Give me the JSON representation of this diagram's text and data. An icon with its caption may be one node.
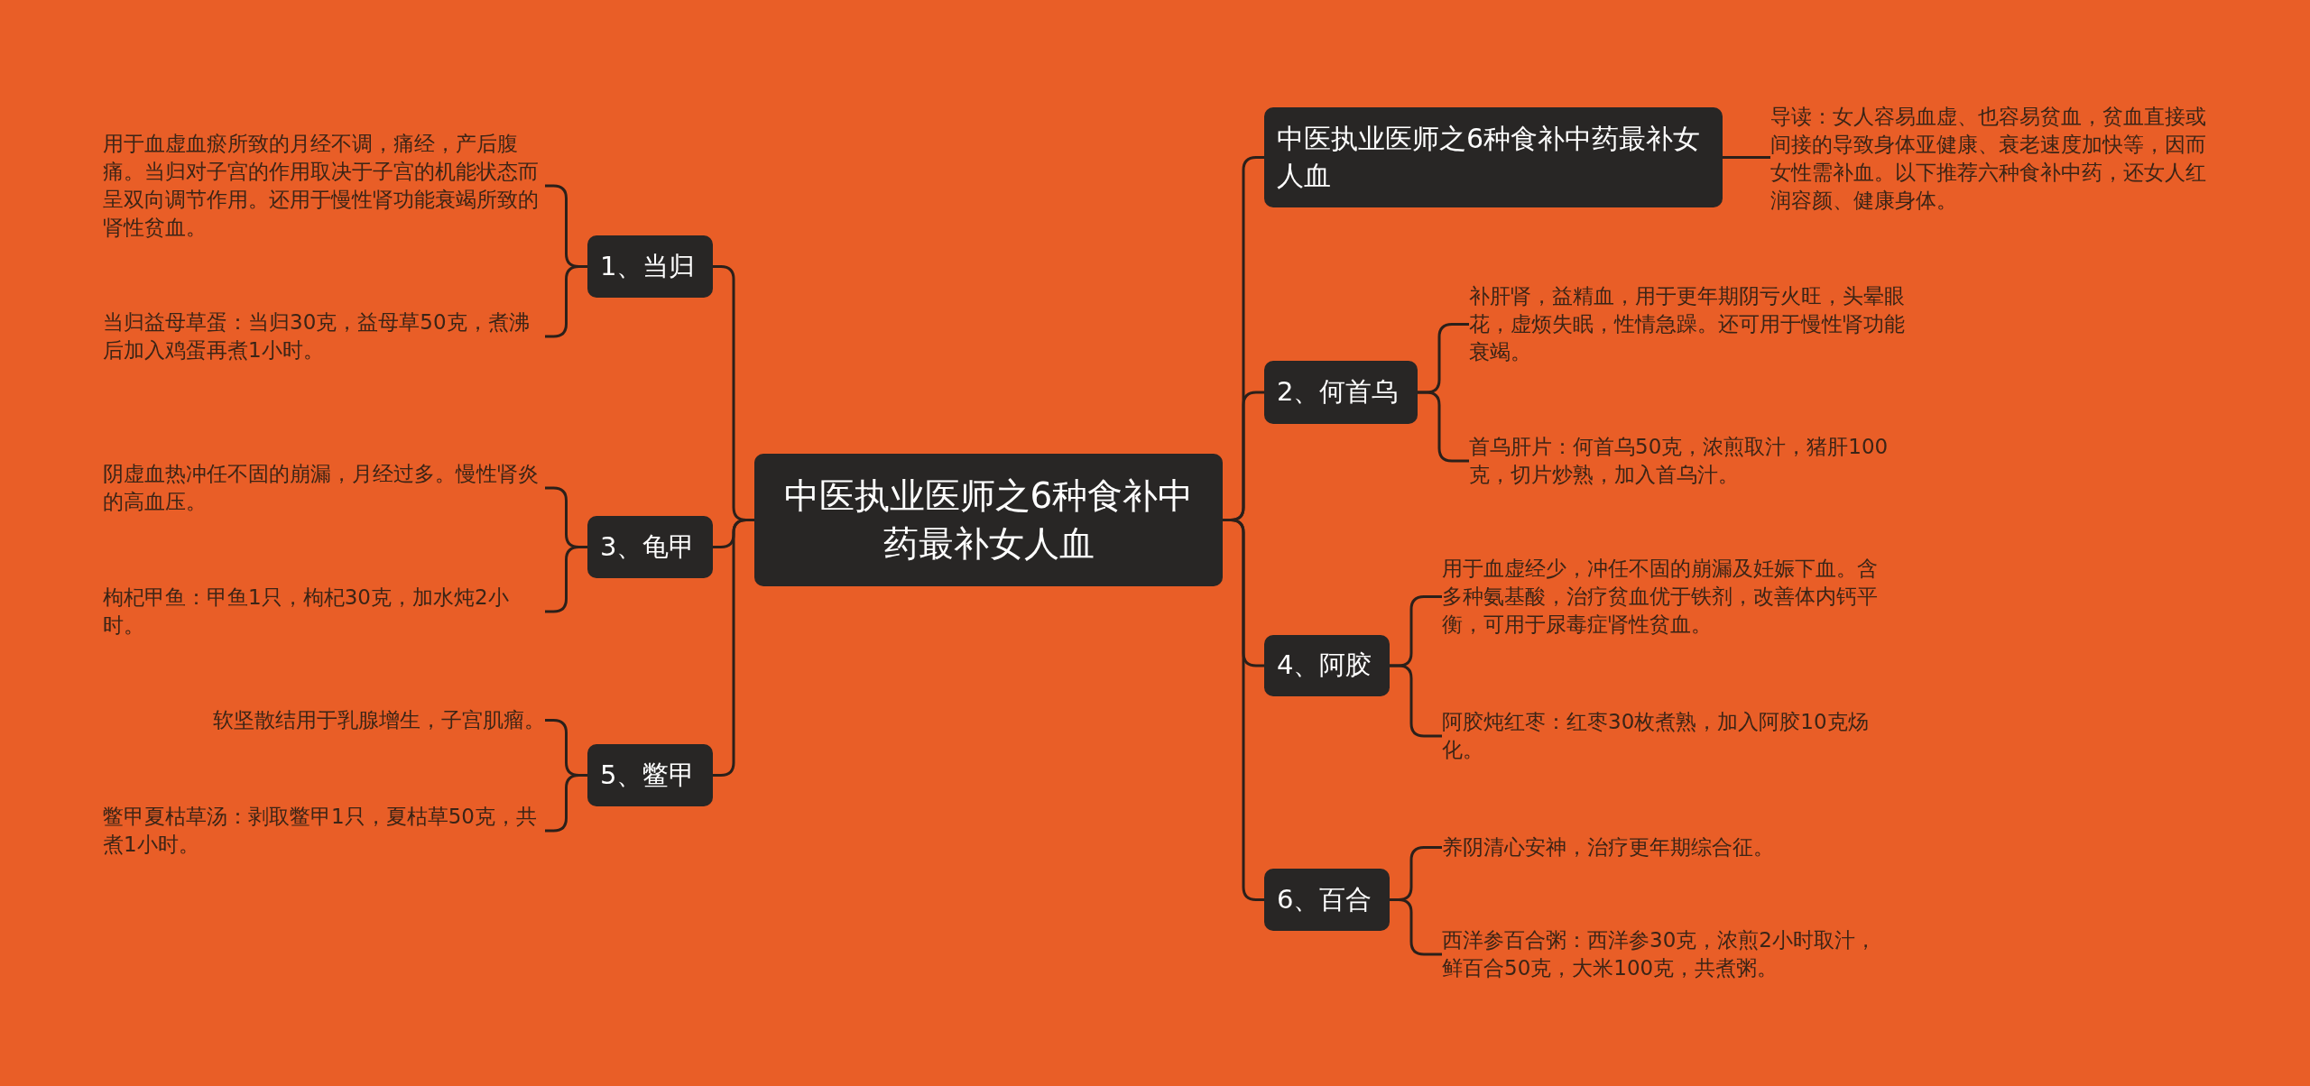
{
  "diagram": {
    "nodes": [
      {
        "text": [
          "中医执业医师之6种食补中药最补女人血"
        ]
      },
      {
        "text": [
          "1、当归"
        ]
      },
      {
        "text": [
          "用于血虚血瘀所致的月经不调，痛经，产后腹痛。当归对子宫的作用取决于子宫的机能状态而呈双向调节作用。还用于慢性肾功能衰竭所致的肾性贫血。"
        ]
      },
      {
        "text": [
          "当归益母草蛋：当归30克，益母草50克，煮沸后加入鸡蛋再煮1小时。"
        ]
      },
      {
        "text": [
          "3、龟甲"
        ]
      },
      {
        "text": [
          "阴虚血热冲任不固的崩漏，月经过多。慢性肾炎的高血压。"
        ]
      },
      {
        "text": [
          "枸杞甲鱼：甲鱼1只，枸杞30克，加水炖2小时。"
        ]
      },
      {
        "text": [
          "5、鳖甲"
        ]
      },
      {
        "text": [
          "软坚散结用于乳腺增生，子宫肌瘤。"
        ]
      },
      {
        "text": [
          "鳖甲夏枯草汤：剥取鳖甲1只，夏枯草50克，共煮1小时。"
        ]
      },
      {
        "text": [
          "中医执业医师之6种食补中药最补女人血"
        ]
      },
      {
        "text": [
          "导读：女人容易血虚、也容易贫血，贫血直接或间接的导致身体亚健康、衰老速度加快等，因而女性需补血。以下推荐六种食补中药，还女人红润容颜、健康身体。"
        ]
      },
      {
        "text": [
          "2、何首乌"
        ]
      },
      {
        "text": [
          "补肝肾，益精血，用于更年期阴亏火旺，头晕眼花，虚烦失眠，性情急躁。还可用于慢性肾功能衰竭。"
        ]
      },
      {
        "text": [
          "首乌肝片：何首乌50克，浓煎取汁，猪肝100克，切片炒熟，加入首乌汁。"
        ]
      },
      {
        "text": [
          "4、阿胶"
        ]
      },
      {
        "text": [
          "用于血虚经少，冲任不固的崩漏及妊娠下血。含多种氨基酸，治疗贫血优于铁剂，改善体内钙平衡，可用于尿毒症肾性贫血。"
        ]
      },
      {
        "text": [
          "阿胶炖红枣：红枣30枚煮熟，加入阿胶10克炀化。"
        ]
      },
      {
        "text": [
          "6、百合"
        ]
      },
      {
        "text": [
          "养阴清心安神，治疗更年期综合征。"
        ]
      },
      {
        "text": [
          "西洋参百合粥：西洋参30克，浓煎2小时取汁，鲜百合50克，大米100克，共煮粥。"
        ]
      }
    ],
    "edges": [
      {
        "from": 0,
        "to": 1,
        "arrow": "none"
      },
      {
        "from": 1,
        "to": 2,
        "arrow": "none"
      },
      {
        "from": 1,
        "to": 3,
        "arrow": "none"
      },
      {
        "from": 0,
        "to": 4,
        "arrow": "none"
      },
      {
        "from": 4,
        "to": 5,
        "arrow": "none"
      },
      {
        "from": 4,
        "to": 6,
        "arrow": "none"
      },
      {
        "from": 0,
        "to": 7,
        "arrow": "none"
      },
      {
        "from": 7,
        "to": 8,
        "arrow": "none"
      },
      {
        "from": 7,
        "to": 9,
        "arrow": "none"
      },
      {
        "from": 0,
        "to": 10,
        "arrow": "none"
      },
      {
        "from": 10,
        "to": 11,
        "arrow": "none"
      },
      {
        "from": 0,
        "to": 12,
        "arrow": "none"
      },
      {
        "from": 12,
        "to": 13,
        "arrow": "none"
      },
      {
        "from": 12,
        "to": 14,
        "arrow": "none"
      },
      {
        "from": 0,
        "to": 15,
        "arrow": "none"
      },
      {
        "from": 15,
        "to": 16,
        "arrow": "none"
      },
      {
        "from": 15,
        "to": 17,
        "arrow": "none"
      },
      {
        "from": 0,
        "to": 18,
        "arrow": "none"
      },
      {
        "from": 18,
        "to": 19,
        "arrow": "none"
      },
      {
        "from": 18,
        "to": 20,
        "arrow": "none"
      }
    ]
  }
}
